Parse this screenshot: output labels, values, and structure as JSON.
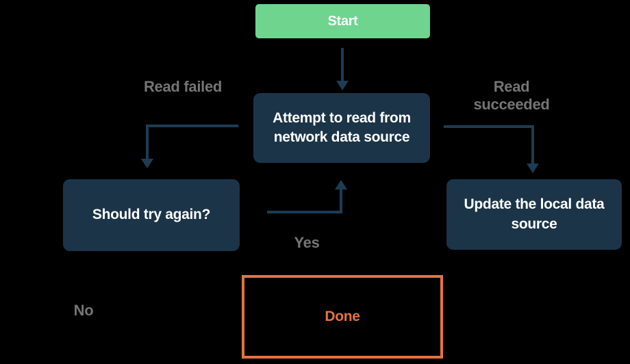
{
  "nodes": {
    "start": {
      "label": "Start"
    },
    "attempt": {
      "label": "Attempt to read from network data source"
    },
    "retry": {
      "label": "Should try again?"
    },
    "update": {
      "label": "Update the local data source"
    },
    "done": {
      "label": "Done"
    }
  },
  "edge_labels": {
    "read_failed": "Read failed",
    "read_succeeded": "Read succeeded",
    "yes": "Yes",
    "no": "No"
  },
  "colors": {
    "background": "#000000",
    "node_fill": "#1b3448",
    "node_text": "#ffffff",
    "start_fill": "#6ed48e",
    "start_text": "#ffffff",
    "done_accent": "#e2743e",
    "edge": "#1e3c52",
    "label_text": "#757575"
  }
}
